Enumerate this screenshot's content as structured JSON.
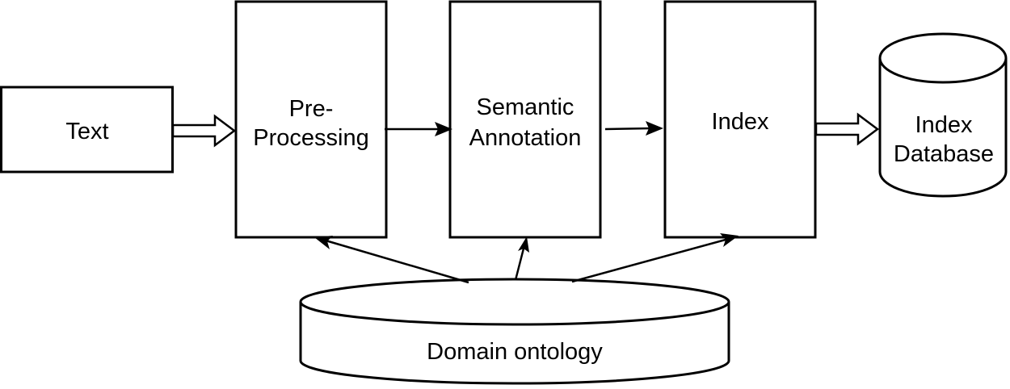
{
  "nodes": {
    "text": "Text",
    "preprocessing": [
      "Pre-",
      "Processing"
    ],
    "semantic_annotation": [
      "Semantic",
      "Annotation"
    ],
    "index": "Index",
    "index_database": [
      "Index",
      "Database"
    ],
    "domain_ontology": "Domain ontology"
  },
  "colors": {
    "stroke": "#000000",
    "fill": "#ffffff"
  }
}
